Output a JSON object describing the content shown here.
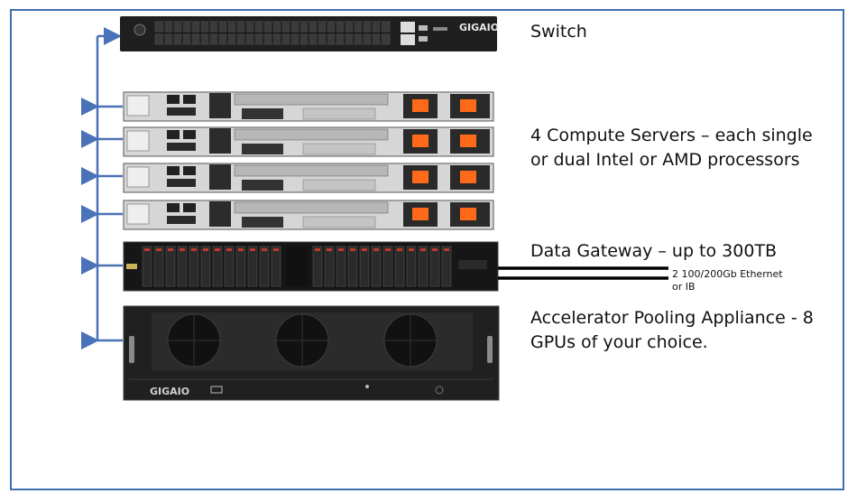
{
  "labels": {
    "switch": "Switch",
    "compute_line1": "4 Compute Servers – each single",
    "compute_line2": "or dual Intel or AMD processors",
    "gateway": "Data Gateway – up to 300TB",
    "ethernet_line1": "2 100/200Gb Ethernet",
    "ethernet_line2": "or IB",
    "apa_line1": "Accelerator Pooling Appliance - 8",
    "apa_line2": "GPUs of your choice."
  },
  "brand": {
    "switch_logo": "GIGAIO",
    "apa_logo": "GIGAIO"
  },
  "colors": {
    "frame": "#3f6fb0",
    "connector": "#4a72b8",
    "switch_body": "#1f1f1f",
    "server_face": "#d6d6d6",
    "gateway_body": "#161616",
    "appliance_body": "#202020",
    "psu_handle": "#ff6a1a",
    "link_cable": "#000000"
  },
  "diagram": {
    "compute_server_count": 4,
    "gateway_drive_bays": 24,
    "appliance_fans": 3
  }
}
